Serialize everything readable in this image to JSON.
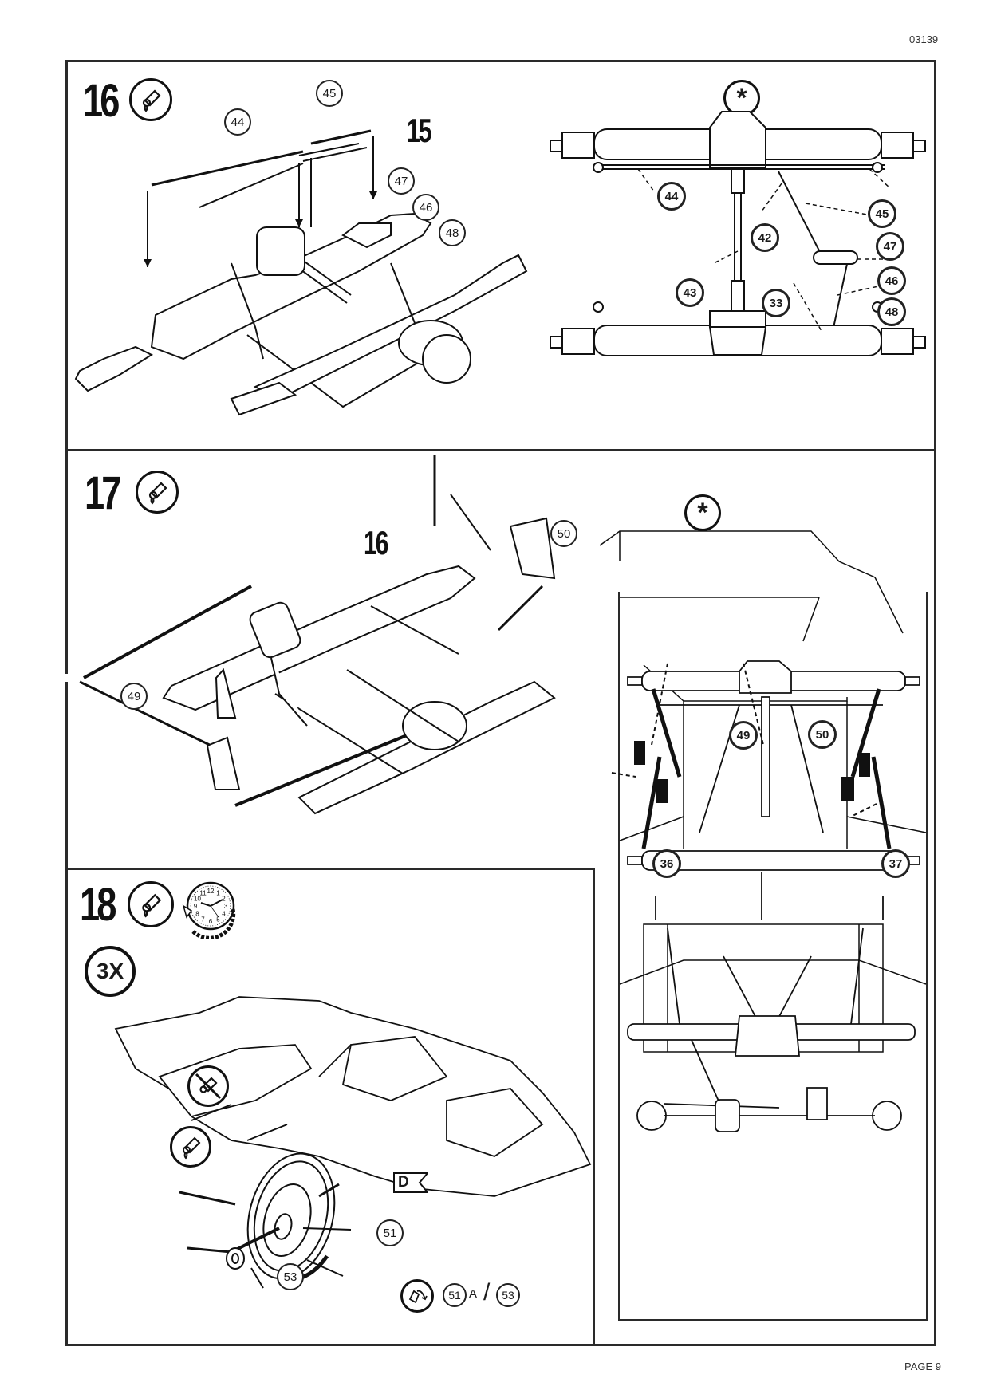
{
  "header": {
    "document_code": "03139"
  },
  "footer": {
    "page_label": "PAGE 9"
  },
  "steps": [
    {
      "number": "16",
      "icon": "glue-tube-icon",
      "assembly_ref": "15",
      "parts": [
        "44",
        "45",
        "47",
        "46",
        "48"
      ],
      "detail_view": {
        "marker": "*",
        "parts": [
          "44",
          "42",
          "45",
          "47",
          "46",
          "43",
          "33",
          "48"
        ]
      }
    },
    {
      "number": "17",
      "icon": "glue-tube-icon",
      "assembly_ref": "16",
      "parts": [
        "50",
        "49"
      ],
      "detail_view": {
        "marker": "*",
        "parts": [
          "49",
          "50",
          "36",
          "37"
        ]
      }
    },
    {
      "number": "18",
      "icon": "glue-tube-icon",
      "extra_icon": "clock-drying-time-icon",
      "clock_numbers": [
        "12",
        "1",
        "2",
        "3",
        "4",
        "5",
        "6",
        "7",
        "8",
        "9",
        "10",
        "11"
      ],
      "quantity": "3X",
      "parts": [
        "51",
        "53"
      ],
      "flag_label": "D",
      "no_glue_icon": "no-glue-icon",
      "glue_icon": "glue-tube-icon",
      "note": {
        "icon": "rotate-flip-icon",
        "part_a": "51",
        "suffix": "A",
        "separator": "/",
        "part_b": "53"
      }
    }
  ]
}
